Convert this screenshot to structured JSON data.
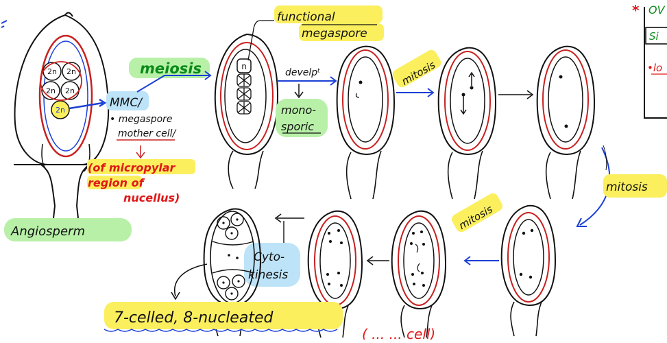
{
  "labels": {
    "functional_megaspore": [
      "functional",
      "megaspore"
    ],
    "meiosis": "meiosis",
    "nnc": "MMC/",
    "megaspore_mother_cell": [
      "• megaspore",
      "mother cell/"
    ],
    "micropylar_region": [
      "(of micropylar",
      "region of",
      "nucellus)"
    ],
    "angiosperm": "Angiosperm",
    "develpt": "develpᵗ",
    "monosporic": [
      "mono-",
      "sporic"
    ],
    "mitosis_1": "mitosis",
    "mitosis_2": "mitosis",
    "mitosis_3": "mitosis",
    "cytokinesis": [
      "Cyto-",
      "kinesis"
    ],
    "seven_celled": "7-celled, 8-nucleated",
    "nucleus_2n": "2n",
    "spore_n": "n",
    "corner_star": "*",
    "corner_ov": "OV",
    "corner_si": "Si",
    "corner_lo": "•lo",
    "bottom_partial": "( ...  ... cell)"
  },
  "colors": {
    "highlight_yellow": "#fbef5e",
    "highlight_green": "#b8f0a8",
    "highlight_blue": "#bde3f8",
    "ink_blue": "#1a3fd6",
    "ink_red": "#e01818",
    "ink_green": "#0a8a18",
    "ink_black": "#111111",
    "ovule_red": "#c82020"
  }
}
